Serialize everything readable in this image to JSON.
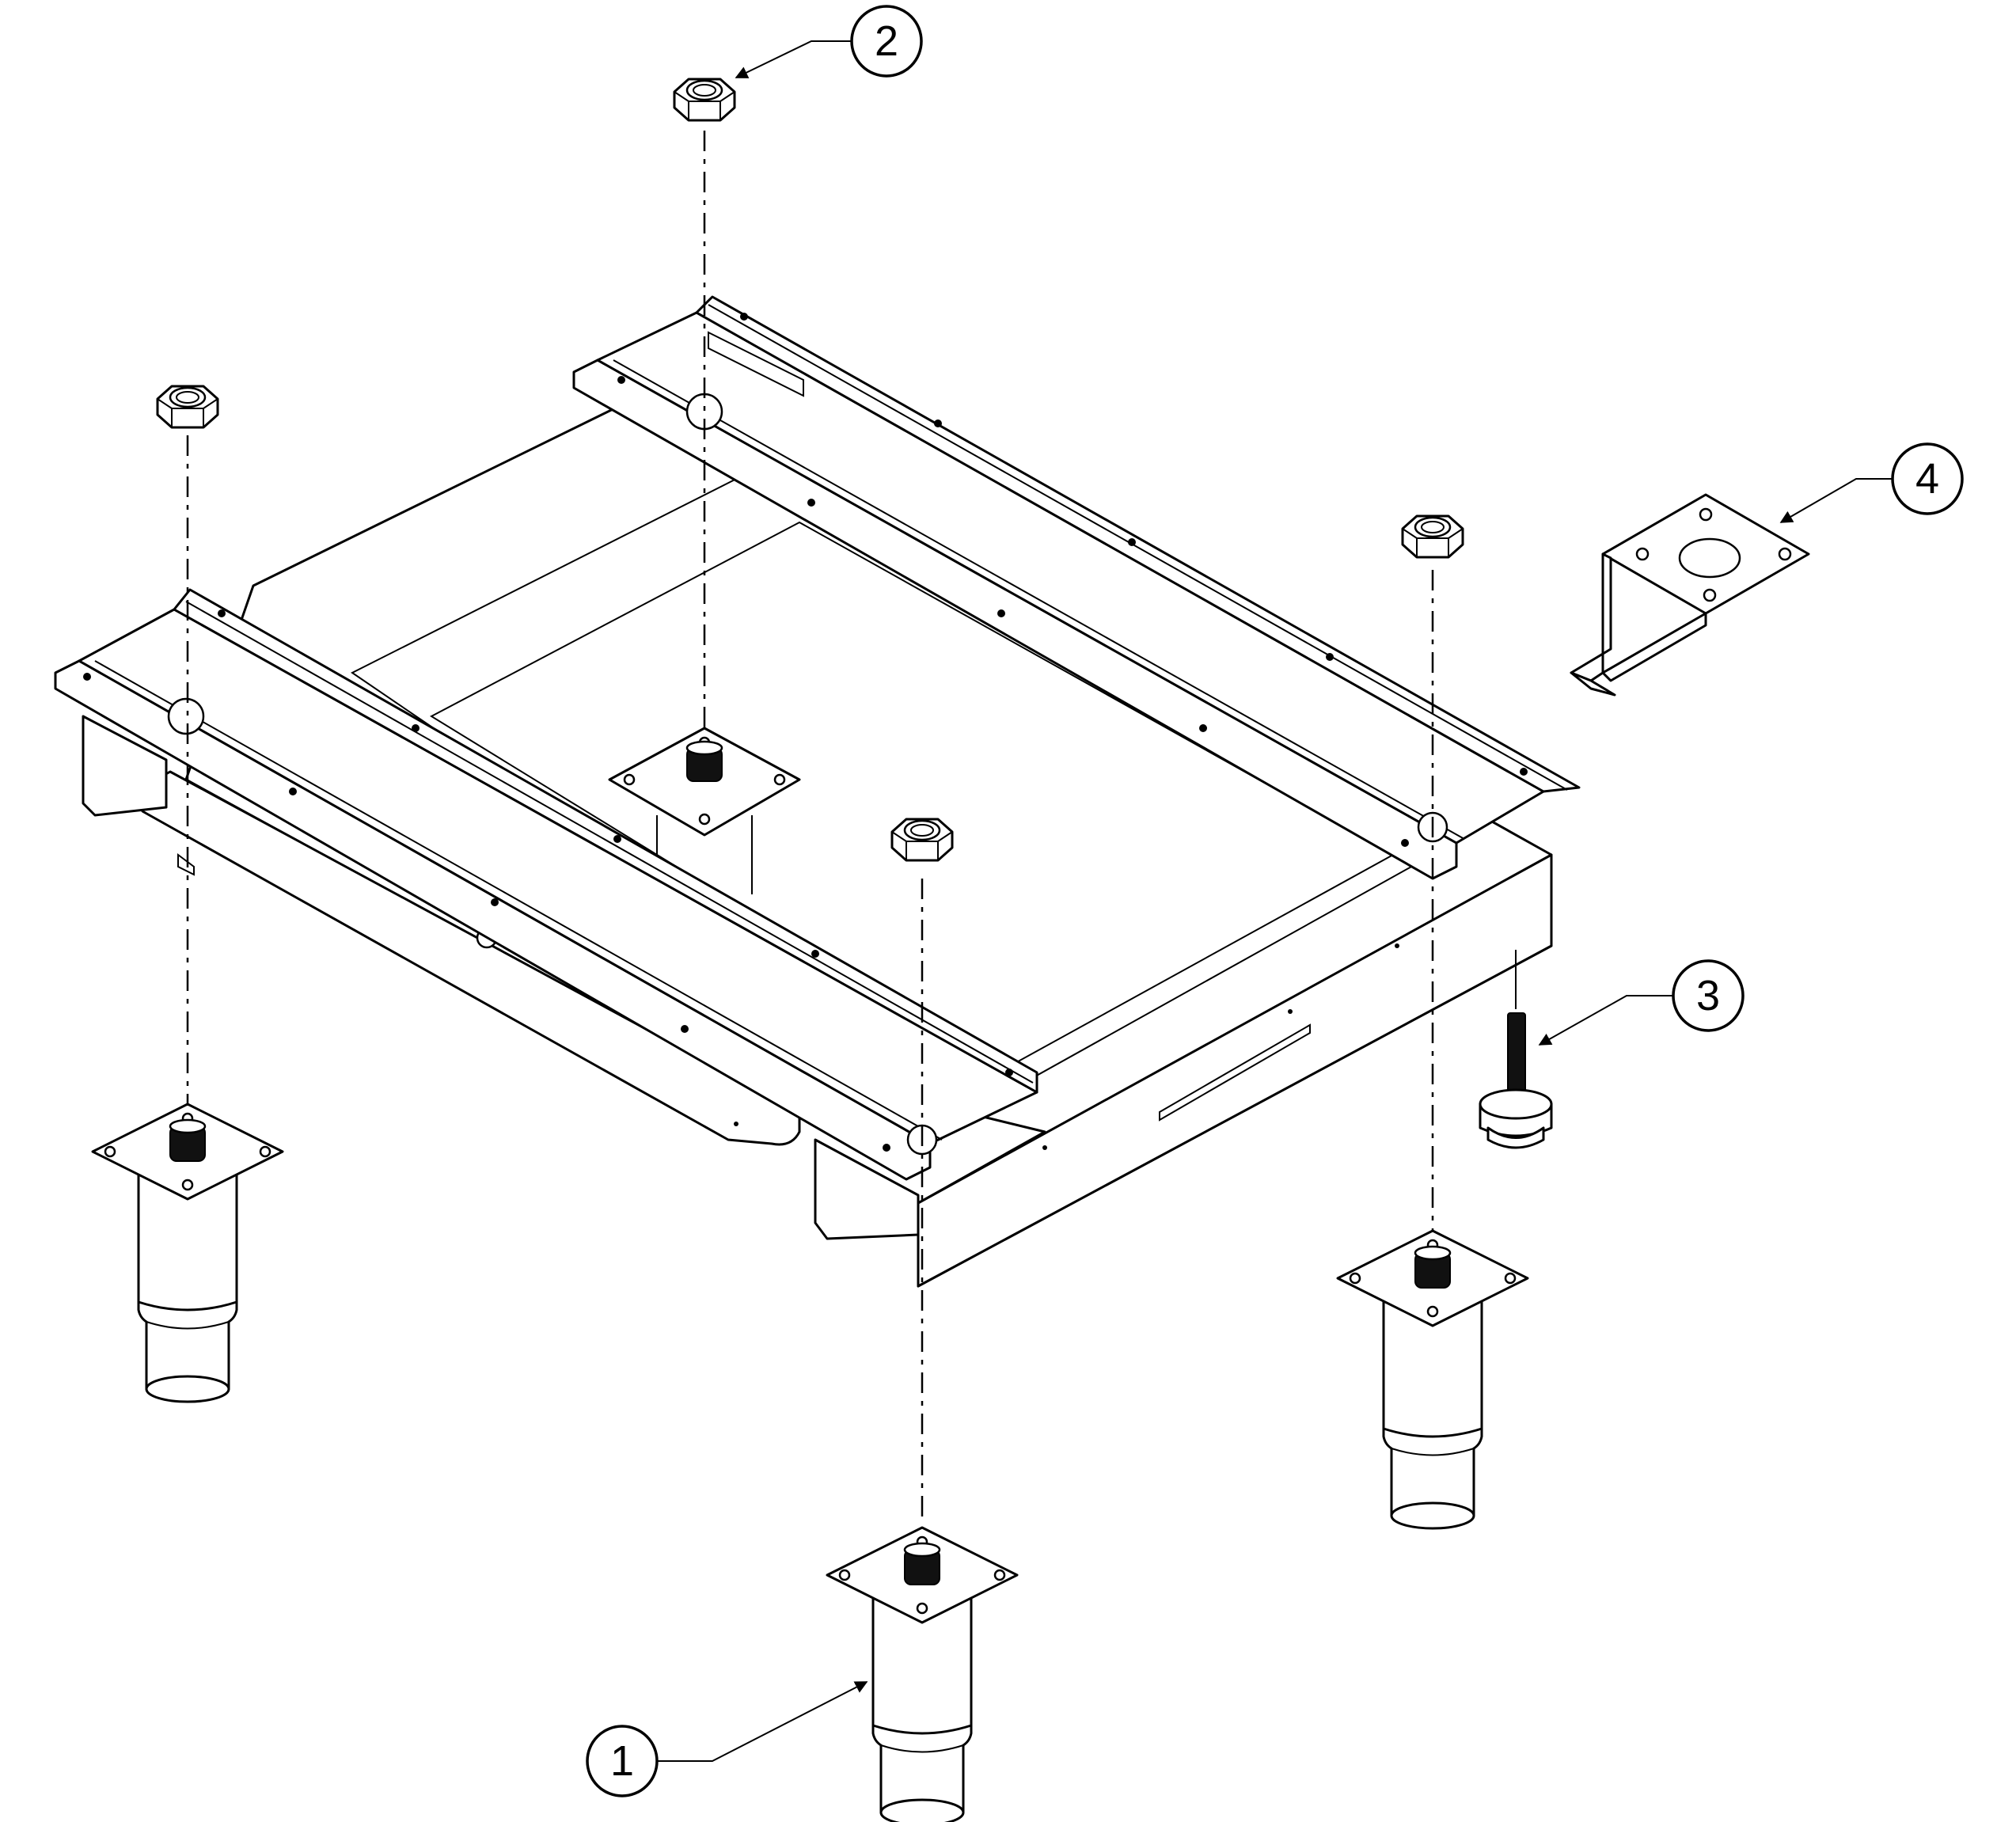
{
  "callouts": [
    {
      "id": "1",
      "label": "1"
    },
    {
      "id": "2",
      "label": "2"
    },
    {
      "id": "3",
      "label": "3"
    },
    {
      "id": "4",
      "label": "4"
    }
  ],
  "colors": {
    "line": "#000000",
    "paper": "#ffffff"
  }
}
